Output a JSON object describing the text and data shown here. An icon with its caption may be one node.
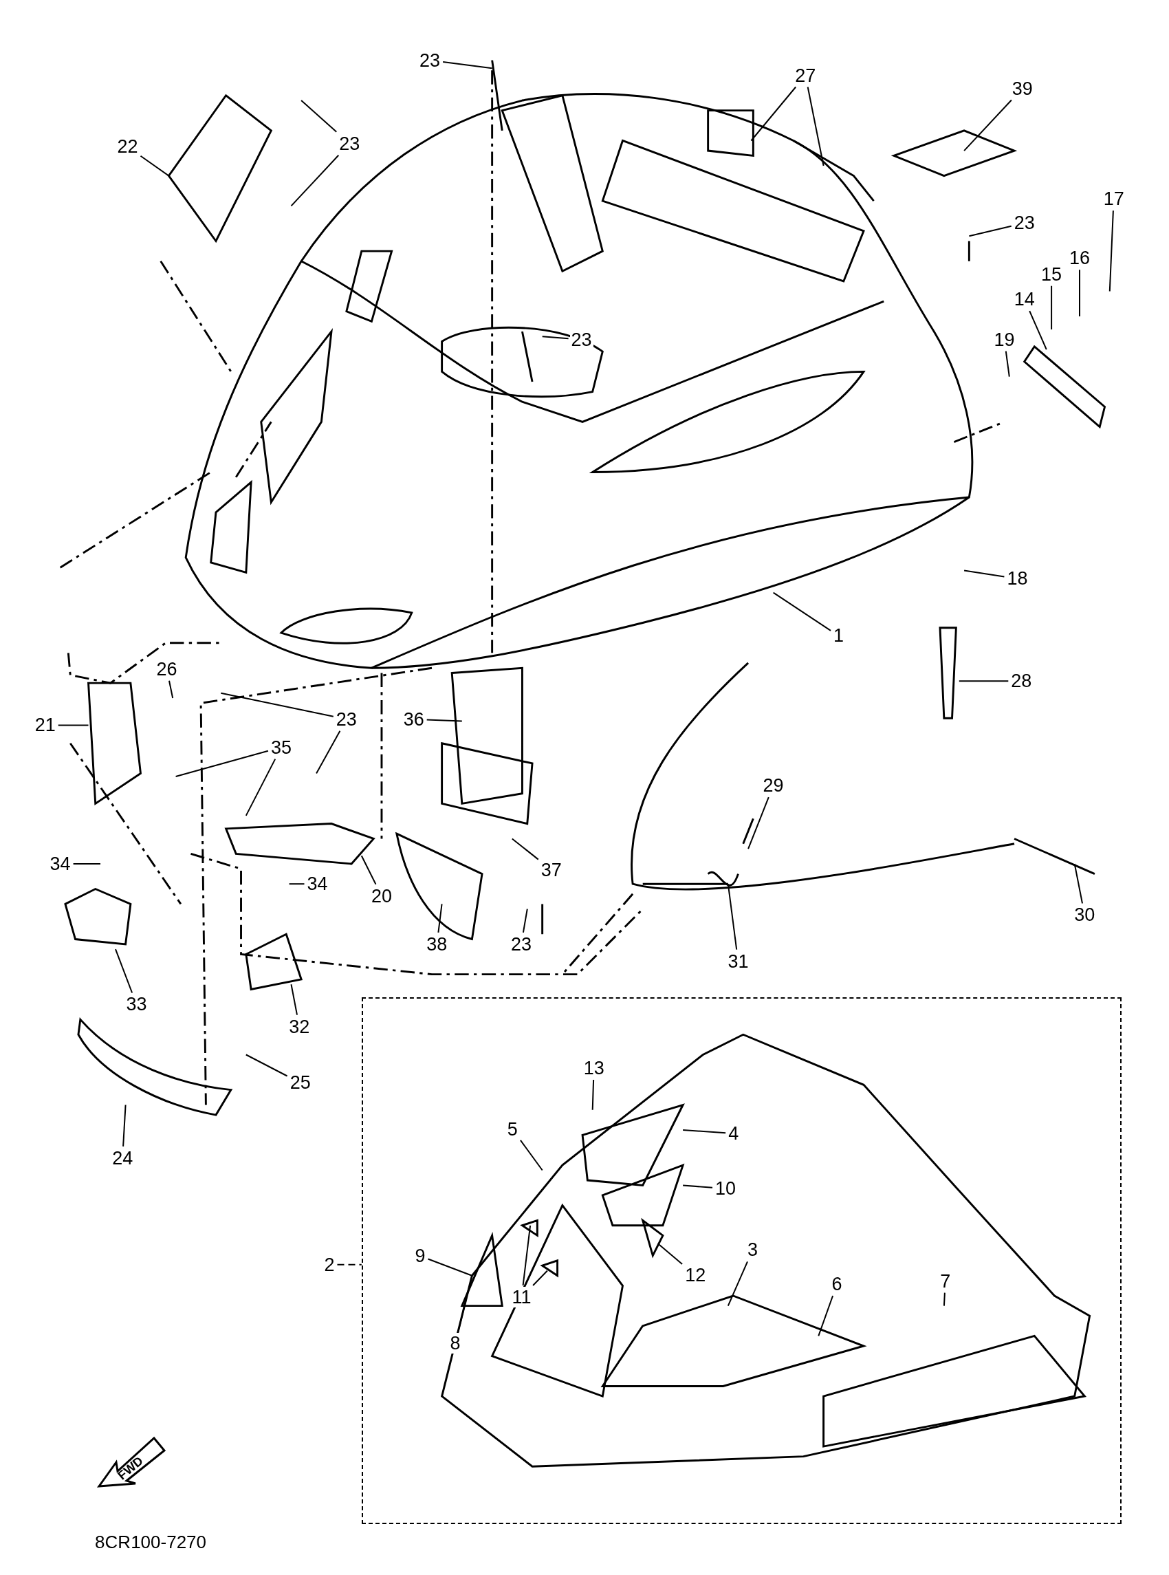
{
  "diagram": {
    "nodes": [
      {
        "text": [
          "23"
        ]
      },
      {
        "text": [
          "27"
        ]
      },
      {
        "text": [
          "39"
        ]
      },
      {
        "text": [
          "23"
        ]
      },
      {
        "text": [
          "22"
        ]
      },
      {
        "text": [
          "17"
        ]
      },
      {
        "text": [
          "23"
        ]
      },
      {
        "text": [
          "16"
        ]
      },
      {
        "text": [
          "15"
        ]
      },
      {
        "text": [
          "14"
        ]
      },
      {
        "text": [
          "23"
        ]
      },
      {
        "text": [
          "19"
        ]
      },
      {
        "text": [
          "18"
        ]
      },
      {
        "text": [
          "1"
        ]
      },
      {
        "text": [
          "26"
        ]
      },
      {
        "text": [
          "28"
        ]
      },
      {
        "text": [
          "21"
        ]
      },
      {
        "text": [
          "23"
        ]
      },
      {
        "text": [
          "36"
        ]
      },
      {
        "text": [
          "35"
        ]
      },
      {
        "text": [
          "29"
        ]
      },
      {
        "text": [
          "34"
        ]
      },
      {
        "text": [
          "34"
        ]
      },
      {
        "text": [
          "20"
        ]
      },
      {
        "text": [
          "37"
        ]
      },
      {
        "text": [
          "30"
        ]
      },
      {
        "text": [
          "38"
        ]
      },
      {
        "text": [
          "23"
        ]
      },
      {
        "text": [
          "31"
        ]
      },
      {
        "text": [],
        "shape": "box"
      },
      {
        "text": [
          "33"
        ]
      },
      {
        "text": [
          "32"
        ]
      },
      {
        "text": [
          "13"
        ],
        "in": 29
      },
      {
        "text": [
          "25"
        ]
      },
      {
        "text": [
          "5"
        ],
        "in": 29
      },
      {
        "text": [
          "4"
        ],
        "in": 29
      },
      {
        "text": [
          "24"
        ]
      },
      {
        "text": [
          "10"
        ],
        "in": 29
      },
      {
        "text": [
          "3"
        ],
        "in": 29
      },
      {
        "text": [
          "9"
        ],
        "in": 29
      },
      {
        "text": [
          "2"
        ]
      },
      {
        "text": [
          "12"
        ],
        "in": 29
      },
      {
        "text": [
          "7"
        ],
        "in": 29
      },
      {
        "text": [
          "6"
        ],
        "in": 29
      },
      {
        "text": [
          "11"
        ],
        "in": 29
      },
      {
        "text": [
          "8"
        ],
        "in": 29
      }
    ],
    "edges": [
      {
        "from": 0,
        "to": null,
        "arrow": "none"
      },
      {
        "from": 1,
        "to": null,
        "arrow": "none"
      },
      {
        "from": 1,
        "to": null,
        "arrow": "none"
      },
      {
        "from": 2,
        "to": null,
        "arrow": "none"
      },
      {
        "from": 3,
        "to": null,
        "arrow": "none"
      },
      {
        "from": 3,
        "to": null,
        "arrow": "none"
      },
      {
        "from": 4,
        "to": null,
        "arrow": "none"
      },
      {
        "from": 5,
        "to": null,
        "arrow": "none"
      },
      {
        "from": 6,
        "to": null,
        "arrow": "none"
      },
      {
        "from": 7,
        "to": null,
        "arrow": "none"
      },
      {
        "from": 8,
        "to": null,
        "arrow": "none"
      },
      {
        "from": 9,
        "to": null,
        "arrow": "none"
      },
      {
        "from": 10,
        "to": null,
        "arrow": "none"
      },
      {
        "from": 11,
        "to": null,
        "arrow": "none"
      },
      {
        "from": 12,
        "to": null,
        "arrow": "none"
      },
      {
        "from": 13,
        "to": null,
        "arrow": "none"
      },
      {
        "from": 14,
        "to": null,
        "arrow": "none"
      },
      {
        "from": 15,
        "to": null,
        "arrow": "none"
      },
      {
        "from": 16,
        "to": null,
        "arrow": "none"
      },
      {
        "from": 17,
        "to": null,
        "arrow": "none"
      },
      {
        "from": 17,
        "to": null,
        "arrow": "none"
      },
      {
        "from": 18,
        "to": null,
        "arrow": "none"
      },
      {
        "from": 19,
        "to": null,
        "arrow": "none"
      },
      {
        "from": 19,
        "to": null,
        "arrow": "none"
      },
      {
        "from": 20,
        "to": null,
        "arrow": "none"
      },
      {
        "from": 21,
        "to": null,
        "arrow": "none"
      },
      {
        "from": 22,
        "to": null,
        "arrow": "none"
      },
      {
        "from": 23,
        "to": null,
        "arrow": "none"
      },
      {
        "from": 24,
        "to": null,
        "arrow": "none"
      },
      {
        "from": 25,
        "to": null,
        "arrow": "none"
      },
      {
        "from": 26,
        "to": null,
        "arrow": "none"
      },
      {
        "from": 27,
        "to": null,
        "arrow": "none"
      },
      {
        "from": 28,
        "to": null,
        "arrow": "none"
      },
      {
        "from": 30,
        "to": null,
        "arrow": "none"
      },
      {
        "from": 31,
        "to": null,
        "arrow": "none"
      },
      {
        "from": 32,
        "to": null,
        "arrow": "none"
      },
      {
        "from": 33,
        "to": null,
        "arrow": "none"
      },
      {
        "from": 34,
        "to": null,
        "arrow": "none"
      },
      {
        "from": 35,
        "to": null,
        "arrow": "none"
      },
      {
        "from": 36,
        "to": null,
        "arrow": "none"
      },
      {
        "from": 37,
        "to": null,
        "arrow": "none"
      },
      {
        "from": 38,
        "to": null,
        "arrow": "none"
      },
      {
        "from": 39,
        "to": null,
        "arrow": "none"
      },
      {
        "from": 40,
        "to": 29,
        "arrow": "none",
        "style": "dashed"
      },
      {
        "from": 41,
        "to": null,
        "arrow": "none"
      },
      {
        "from": 42,
        "to": null,
        "arrow": "none"
      },
      {
        "from": 43,
        "to": null,
        "arrow": "none"
      },
      {
        "from": 44,
        "to": null,
        "arrow": "none"
      },
      {
        "from": 44,
        "to": null,
        "arrow": "none"
      },
      {
        "from": 45,
        "to": null,
        "arrow": "none"
      }
    ],
    "labels": [
      "FWD",
      "8CR100-7270"
    ]
  }
}
